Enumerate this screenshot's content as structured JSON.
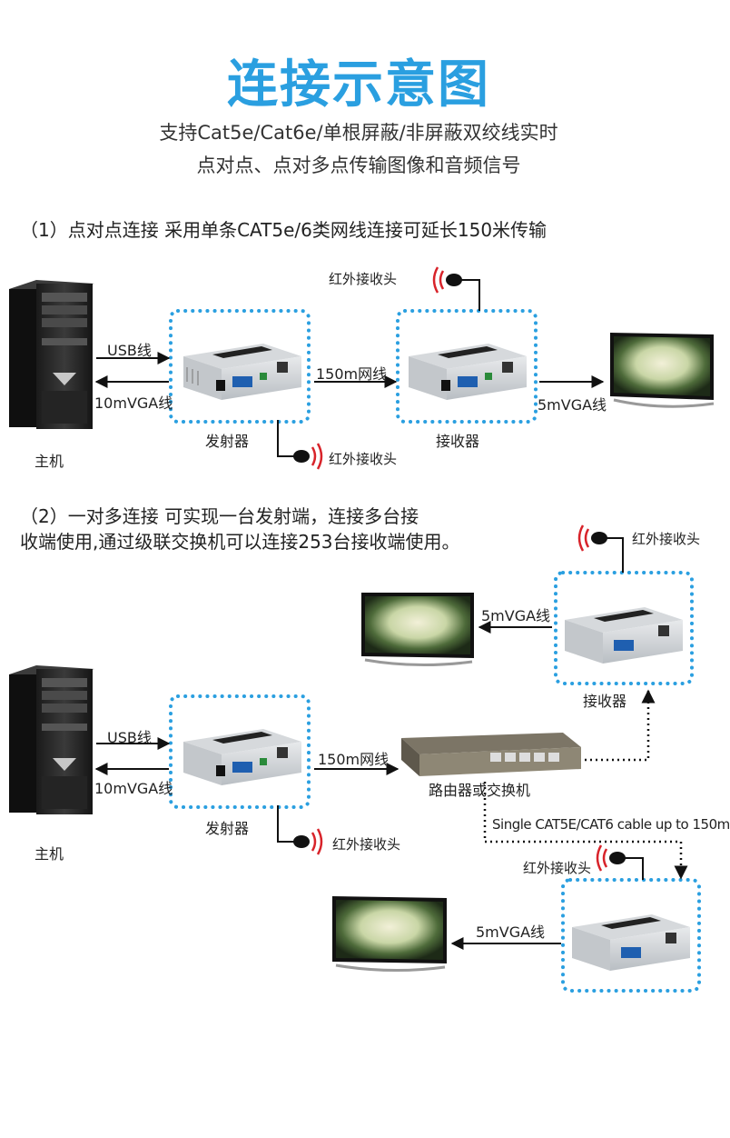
{
  "header": {
    "title": "连接示意图",
    "subtitle_line1": "支持Cat5e/Cat6e/单根屏蔽/非屏蔽双绞线实时",
    "subtitle_line2": "点对点、点对多点传输图像和音频信号"
  },
  "section1": {
    "heading": "（1）点对点连接   采用单条CAT5e/6类网线连接可延长150米传输",
    "host_label": "主机",
    "usb_label": "USB线",
    "vga10_label": "10mVGA线",
    "cable_label": "150m网线",
    "vga5_label": "5mVGA线",
    "transmitter_label": "发射器",
    "receiver_label": "接收器",
    "ir_top_label": "红外接收头",
    "ir_bottom_label": "红外接收头"
  },
  "section2": {
    "heading_line1": "（2）一对多连接  可实现一台发射端，连接多台接",
    "heading_line2": "收端使用,通过级联交换机可以连接253台接收端使用。",
    "host_label": "主机",
    "usb_label": "USB线",
    "vga10_label": "10mVGA线",
    "cable_label": "150m网线",
    "transmitter_label": "发射器",
    "ir_tx_label": "红外接收头",
    "router_label": "路由器或交换机",
    "single_cable_label": "Single CAT5E/CAT6 cable up to 150m",
    "receiver_top_label": "接收器",
    "ir_top_label": "红外接收头",
    "vga5_top_label": "5mVGA线",
    "ir_bottom_label": "红外接收头",
    "vga5_bottom_label": "5mVGA线"
  },
  "colors": {
    "accent": "#2a9fe0",
    "ir_red": "#d8232a"
  }
}
